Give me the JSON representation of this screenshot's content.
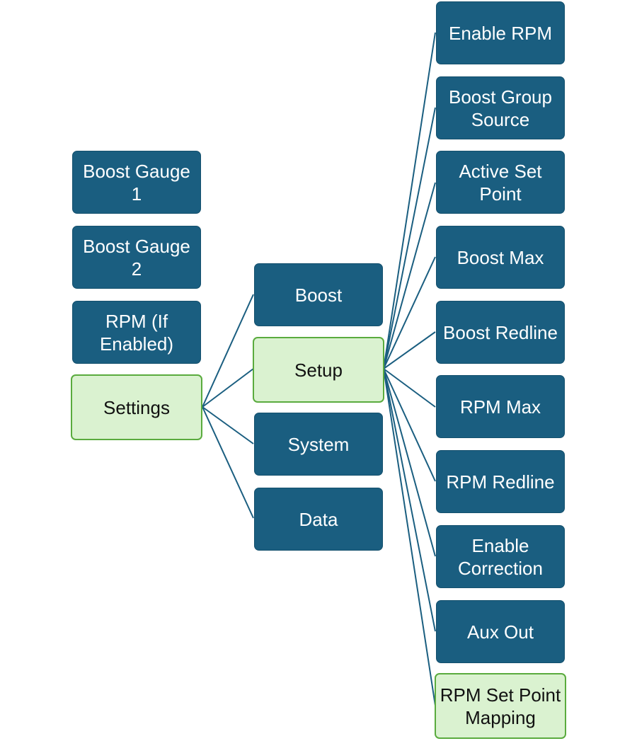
{
  "colors": {
    "node_fill": "#1a5e80",
    "highlight_fill": "#daf2d0",
    "highlight_border": "#5aab3e",
    "connector": "#1a5e80"
  },
  "menu": {
    "main": {
      "boost_gauge_1": "Boost Gauge\n1",
      "boost_gauge_2": "Boost Gauge\n2",
      "rpm_if_enabled": "RPM (If\nEnabled)",
      "settings": "Settings"
    },
    "settings_children": {
      "boost": "Boost",
      "setup": "Setup",
      "system": "System",
      "data": "Data"
    },
    "setup_children": {
      "enable_rpm": "Enable RPM",
      "boost_group_source": "Boost Group\nSource",
      "active_set_point": "Active Set\nPoint",
      "boost_max": "Boost Max",
      "boost_redline": "Boost Redline",
      "rpm_max": "RPM Max",
      "rpm_redline": "RPM Redline",
      "enable_correction": "Enable\nCorrection",
      "aux_out": "Aux Out",
      "rpm_set_point_mapping": "RPM Set Point\nMapping"
    }
  }
}
